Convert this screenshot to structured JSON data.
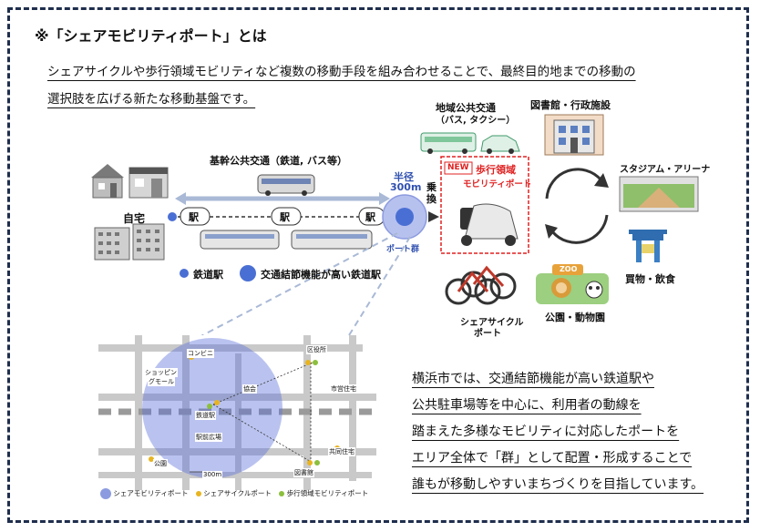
{
  "title": "※「シェアモビリティポート」とは",
  "intro_line1": "シェアサイクルや歩行領域モビリティなど複数の移動手段を組み合わせることで、最終目的地までの移動の",
  "intro_line2": "選択肢を広げる新たな移動基盤です。",
  "diagram": {
    "trunk_transit": "基幹公共交通（鉄道, バス等）",
    "home": "自宅",
    "station": "駅",
    "radius": "半径",
    "radius_value": "300m",
    "transfer": "乗換",
    "port_group": "ポート群",
    "local_transit": "地域公共交通",
    "local_transit_sub": "（バス, タクシー）",
    "new_badge": "NEW",
    "mobility_title": "歩行領域",
    "mobility_sub": "モビリティポート",
    "share_cycle": "シェアサイクル",
    "share_cycle_port": "ポート",
    "library": "図書館・行政施設",
    "stadium": "スタジアム・アリーナ",
    "shopping": "買物・飲食",
    "park": "公園・動物園",
    "legend_station": "鉄道駅",
    "legend_hub": "交通結節機能が高い鉄道駅",
    "zoo_sign": "ZOO"
  },
  "map": {
    "convenience": "コンビニ",
    "shopping_mall_1": "ショッピン",
    "shopping_mall_2": "グモール",
    "ward_office": "区役所",
    "church": "協会",
    "city_housing": "市営住宅",
    "station": "鉄道駅",
    "station_square": "駅前広場",
    "public_housing": "共同住宅",
    "park": "公園",
    "library": "図書館",
    "distance": "300m",
    "legend_share_port": "シェアモビリティポート",
    "legend_cycle_port": "シェアサイクルポート",
    "legend_walk_port": "歩行領域モビリティポート"
  },
  "side_text": [
    "横浜市では、交通結節機能が高い鉄道駅や",
    "公共駐車場等を中心に、利用者の動線を",
    "踏まえた多様なモビリティに対応したポートを",
    "エリア全体で「群」として配置・形成することで",
    "誰もが移動しやすいまちづくりを目指しています。"
  ],
  "colors": {
    "frame": "#1f2e4d",
    "blue_circle": "#4a6fd4",
    "port_circle": "#8c9be0",
    "new_red": "#e02020",
    "cycle_yellow": "#e8b420",
    "walk_green": "#8cbf3c"
  }
}
